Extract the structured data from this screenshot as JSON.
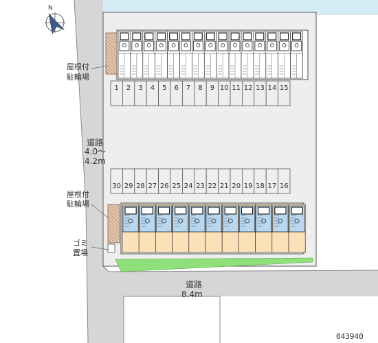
{
  "compass": {
    "north": "N",
    "icon": "compass-icon"
  },
  "labels": {
    "bike_top": [
      "屋根付",
      "駐輪場"
    ],
    "road_west": [
      "道路",
      "4.0～",
      "4.2m"
    ],
    "bike_bottom": [
      "屋根付",
      "駐輪場"
    ],
    "garbage": [
      "ゴミ",
      "置場"
    ],
    "road_south": [
      "道路",
      "8.4m"
    ]
  },
  "parking": {
    "top_row": [
      "1",
      "2",
      "3",
      "4",
      "5",
      "6",
      "7",
      "8",
      "9",
      "10",
      "11",
      "12",
      "13",
      "14",
      "15"
    ],
    "bottom_row": [
      "30",
      "29",
      "28",
      "27",
      "26",
      "25",
      "24",
      "23",
      "22",
      "21",
      "20",
      "19",
      "18",
      "17",
      "16"
    ]
  },
  "property_code": "043940",
  "colors": {
    "road": "#d6d6d6",
    "lot": "#eeeeee",
    "building_top": "#ffffff",
    "building_bottom_rooms": "#fbe0b8",
    "building_bottom_wet": "#b8d8f2",
    "bike_shed": "#e6c8ae",
    "lawn": "#8fe07a",
    "water": "#d5ecf7",
    "line": "#555555"
  }
}
